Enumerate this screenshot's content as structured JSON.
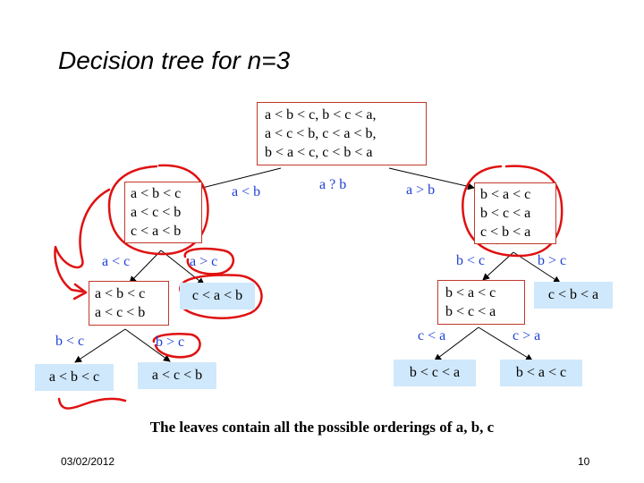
{
  "title": "Decision tree for n=3",
  "root": [
    "a < b < c, b < c < a,",
    "a < c < b, c < a < b,",
    "b < a < c, c < b < a"
  ],
  "root_question": "a ? b",
  "edge_root_left": "a < b",
  "edge_root_right": "a > b",
  "left_node": [
    "a < b < c",
    "a < c < b",
    "c < a < b"
  ],
  "right_node": [
    "b < a < c",
    "b < c < a",
    "c < b < a"
  ],
  "edge_left_left": "a < c",
  "edge_left_right": "a > c",
  "edge_right_left": "b < c",
  "edge_right_right": "b > c",
  "ll_node": [
    "a < b < c",
    "a < c < b"
  ],
  "leaf_cab": "c < a < b",
  "rl_node": [
    "b < a < c",
    "b < c < a"
  ],
  "leaf_cba": "c < b < a",
  "edge_ll_left": "b < c",
  "edge_ll_right": "b > c",
  "edge_rl_left": "c < a",
  "edge_rl_right": "c > a",
  "leaf_abc": "a < b < c",
  "leaf_acb": "a < c < b",
  "leaf_bca": "b < c < a",
  "leaf_bac": "b < a < c",
  "footer": "The leaves contain all the possible orderings of a, b, c",
  "date": "03/02/2012",
  "page": "10",
  "colors": {
    "box_border": "#c0392b",
    "leaf_fill": "#cfe8fb",
    "label": "#1f3fd6",
    "annotation": "#e01010"
  }
}
